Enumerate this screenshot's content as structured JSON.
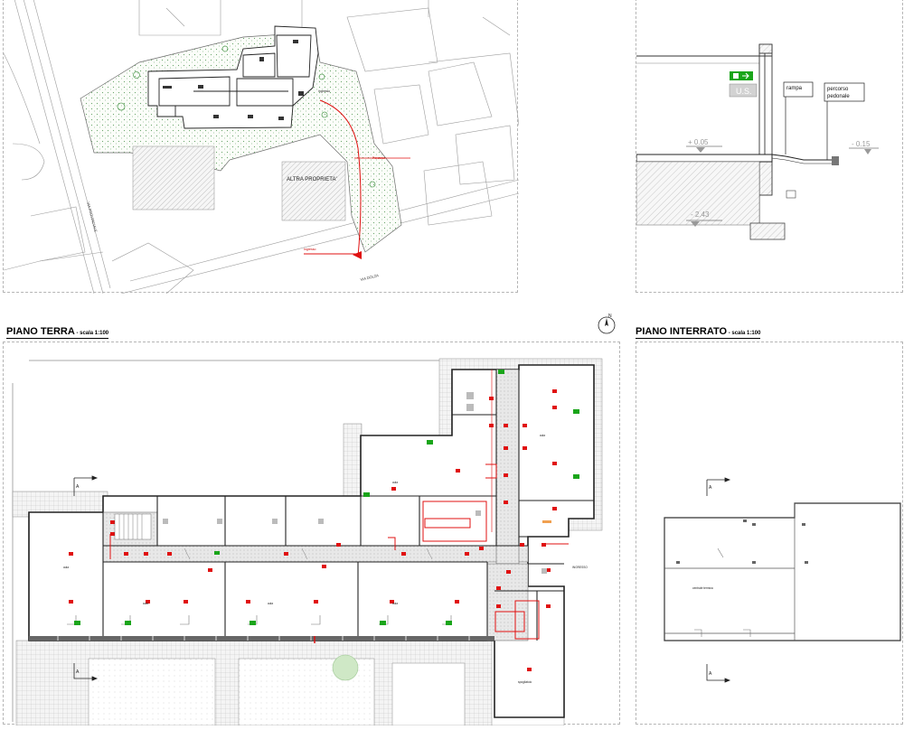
{
  "site_plan": {
    "altra_proprieta": "ALTRA PROPRIETA'",
    "street_left": "VIA PROVINCIALE",
    "street_bottom": "VIA DOLZA"
  },
  "section": {
    "exit_sign": "U.S.",
    "rampa": "rampa",
    "percorso_line1": "percorso",
    "percorso_line2": "pedonale",
    "level_plus": "+ 0.05",
    "level_minus": "- 0.15",
    "level_basement": "- 2.43"
  },
  "titles": {
    "ground": "PIANO TERRA",
    "ground_scale": " - scala 1:100",
    "basement": "PIANO INTERRATO",
    "basement_scale": " - scala 1:100"
  },
  "markers": {
    "section_a": "A",
    "north": "N"
  },
  "colors": {
    "line": "#2a2a2a",
    "hatch": "#8a8a8a",
    "safety_red": "#e01010",
    "exit_green": "#1aa51a",
    "vegetation": "#4f9a4f",
    "light_gray": "#c4c4c4"
  }
}
